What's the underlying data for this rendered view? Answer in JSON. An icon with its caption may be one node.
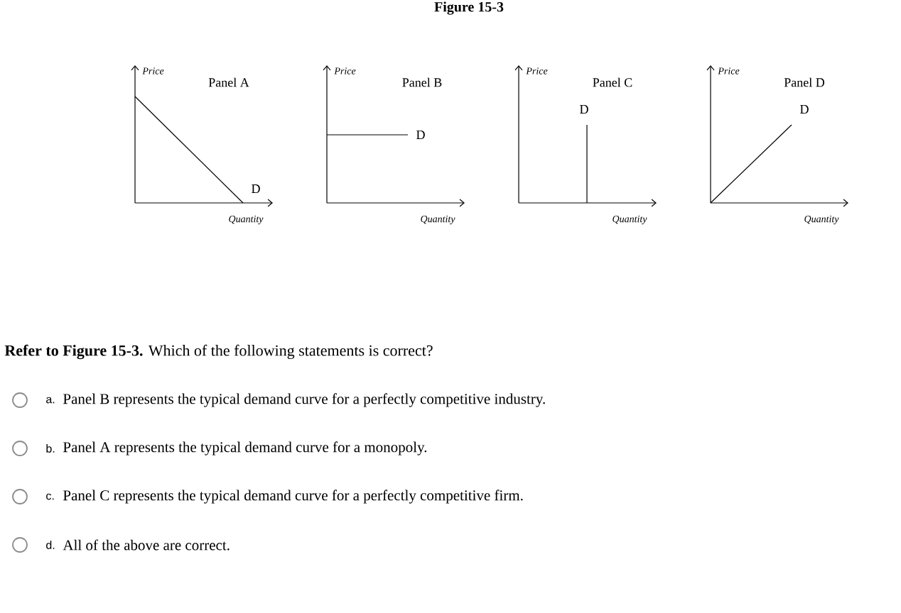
{
  "diagram": {
    "title": "Figure 15-3",
    "labels": [
      "Price",
      "Panel A",
      "D",
      "Quantity",
      "Price",
      "Panel B",
      "D",
      "Quantity",
      "Price",
      "Panel C",
      "D",
      "Quantity",
      "Price",
      "Panel D",
      "D",
      "Quantity",
      "**Refer to Figure 15-3.** Which of the following statements is correct?",
      "a.",
      "Panel B represents the typical demand curve for a perfectly competitive industry.",
      "b.",
      "Panel A represents the typical demand curve for a monopoly.",
      "c.",
      "Panel C represents the typical demand curve for a perfectly competitive firm.",
      "d.",
      "All of the above are correct."
    ]
  }
}
